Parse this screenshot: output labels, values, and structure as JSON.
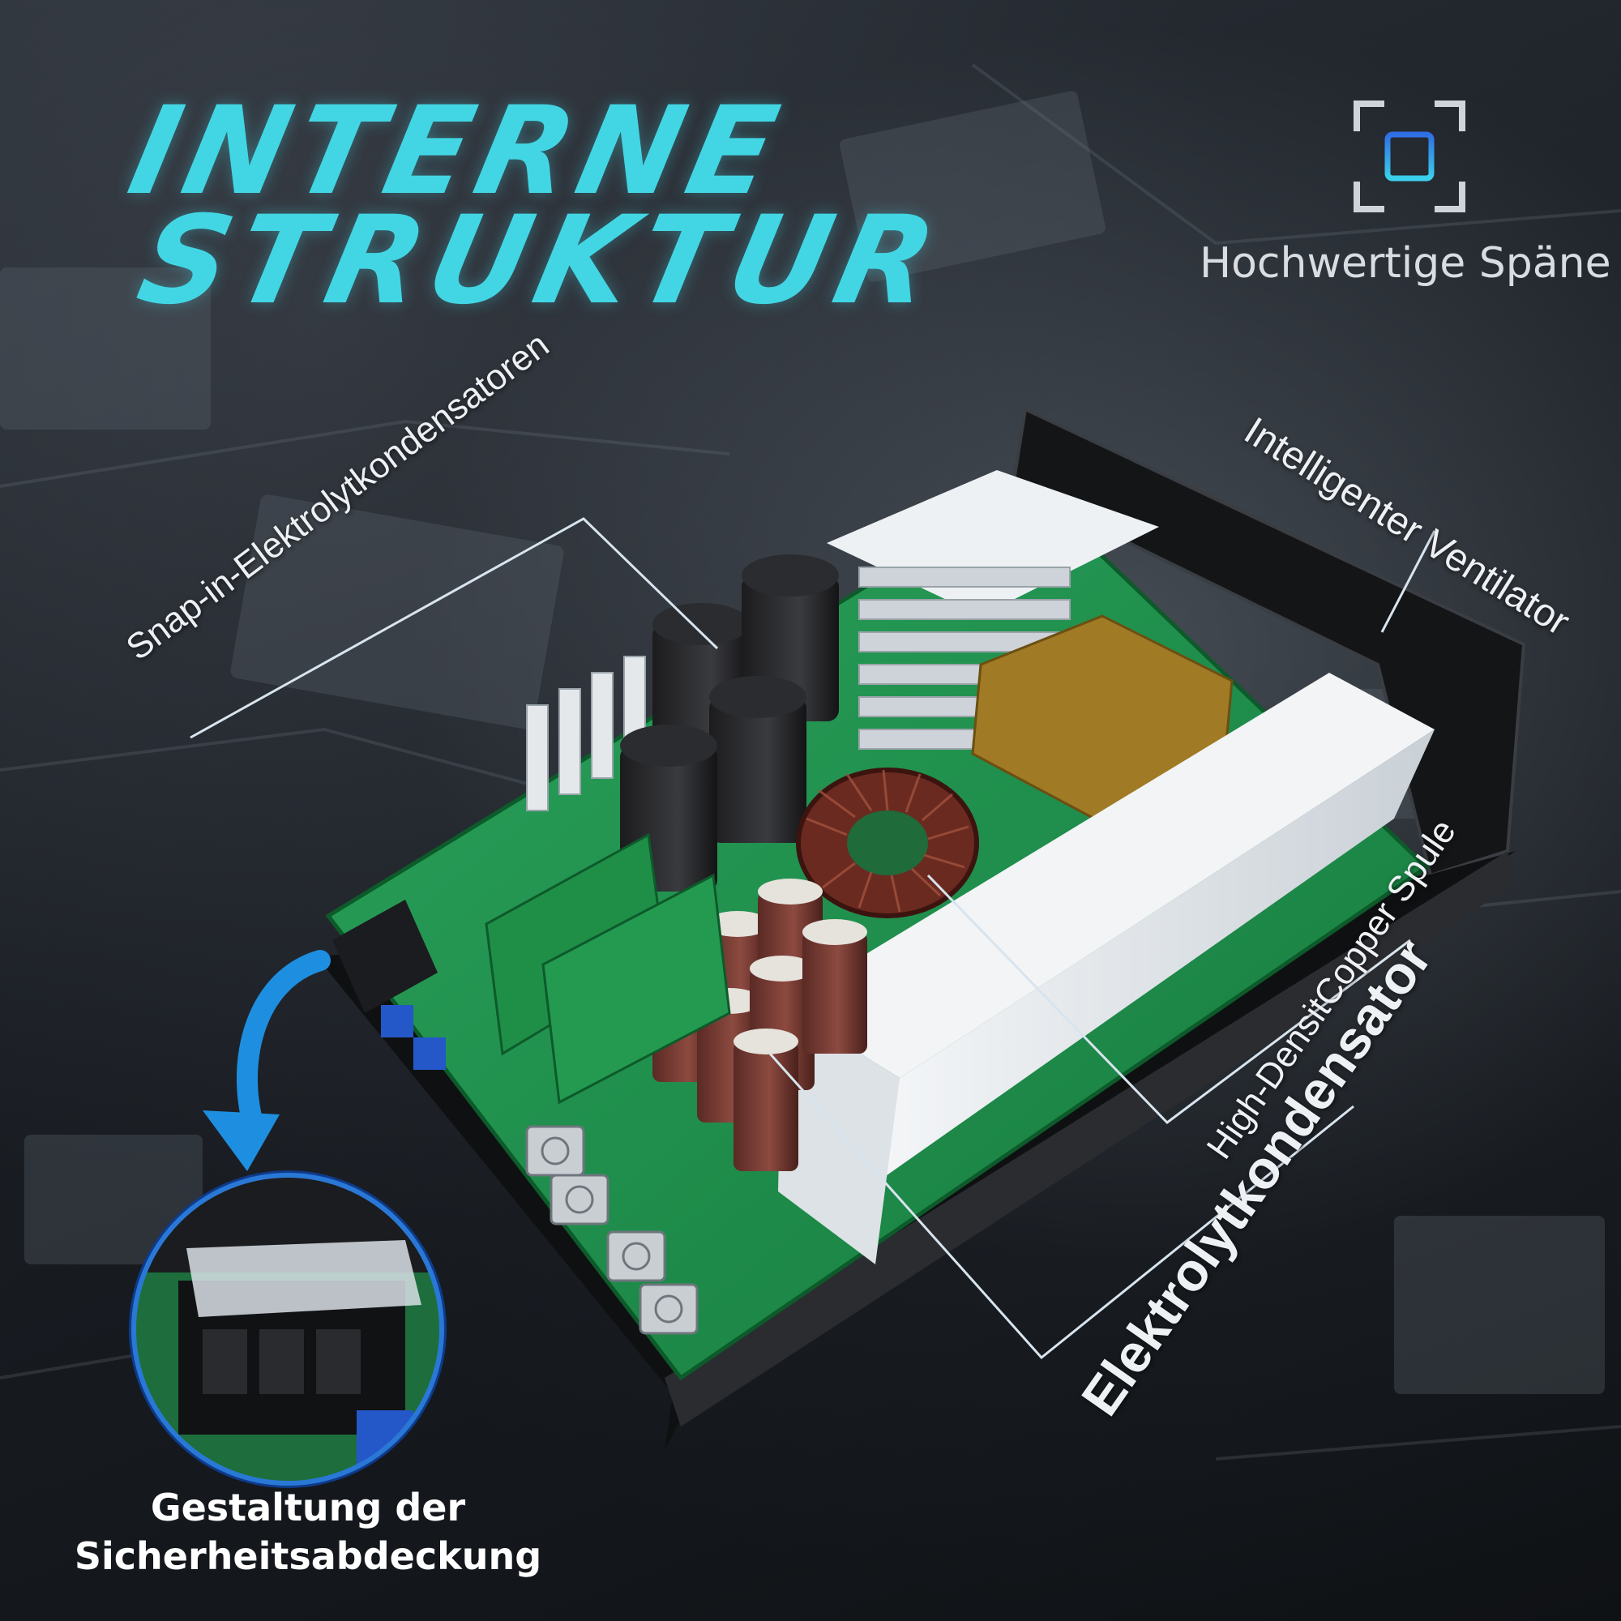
{
  "title": {
    "line1": "INTERNE",
    "line2": "STRUKTUR"
  },
  "badge": {
    "icon": "chip-icon",
    "label": "Hochwertige Späne"
  },
  "callouts": {
    "capacitors_snapin": "Snap-in-Elektrolytkondensatoren",
    "fan": "Intelligenter Ventilator",
    "coil": "High-DensitCopper Spule",
    "electrolytic": "Elektrolytkondensator"
  },
  "inset": {
    "caption_line1": "Gestaltung der",
    "caption_line2": "Sicherheitsabdeckung"
  },
  "colors": {
    "accent": "#42d6e4",
    "callout_line": "#d8e4ee",
    "arrow": "#1e8fe0",
    "pcb": "#1f8a4a",
    "heatsink": "#e8ecef"
  }
}
